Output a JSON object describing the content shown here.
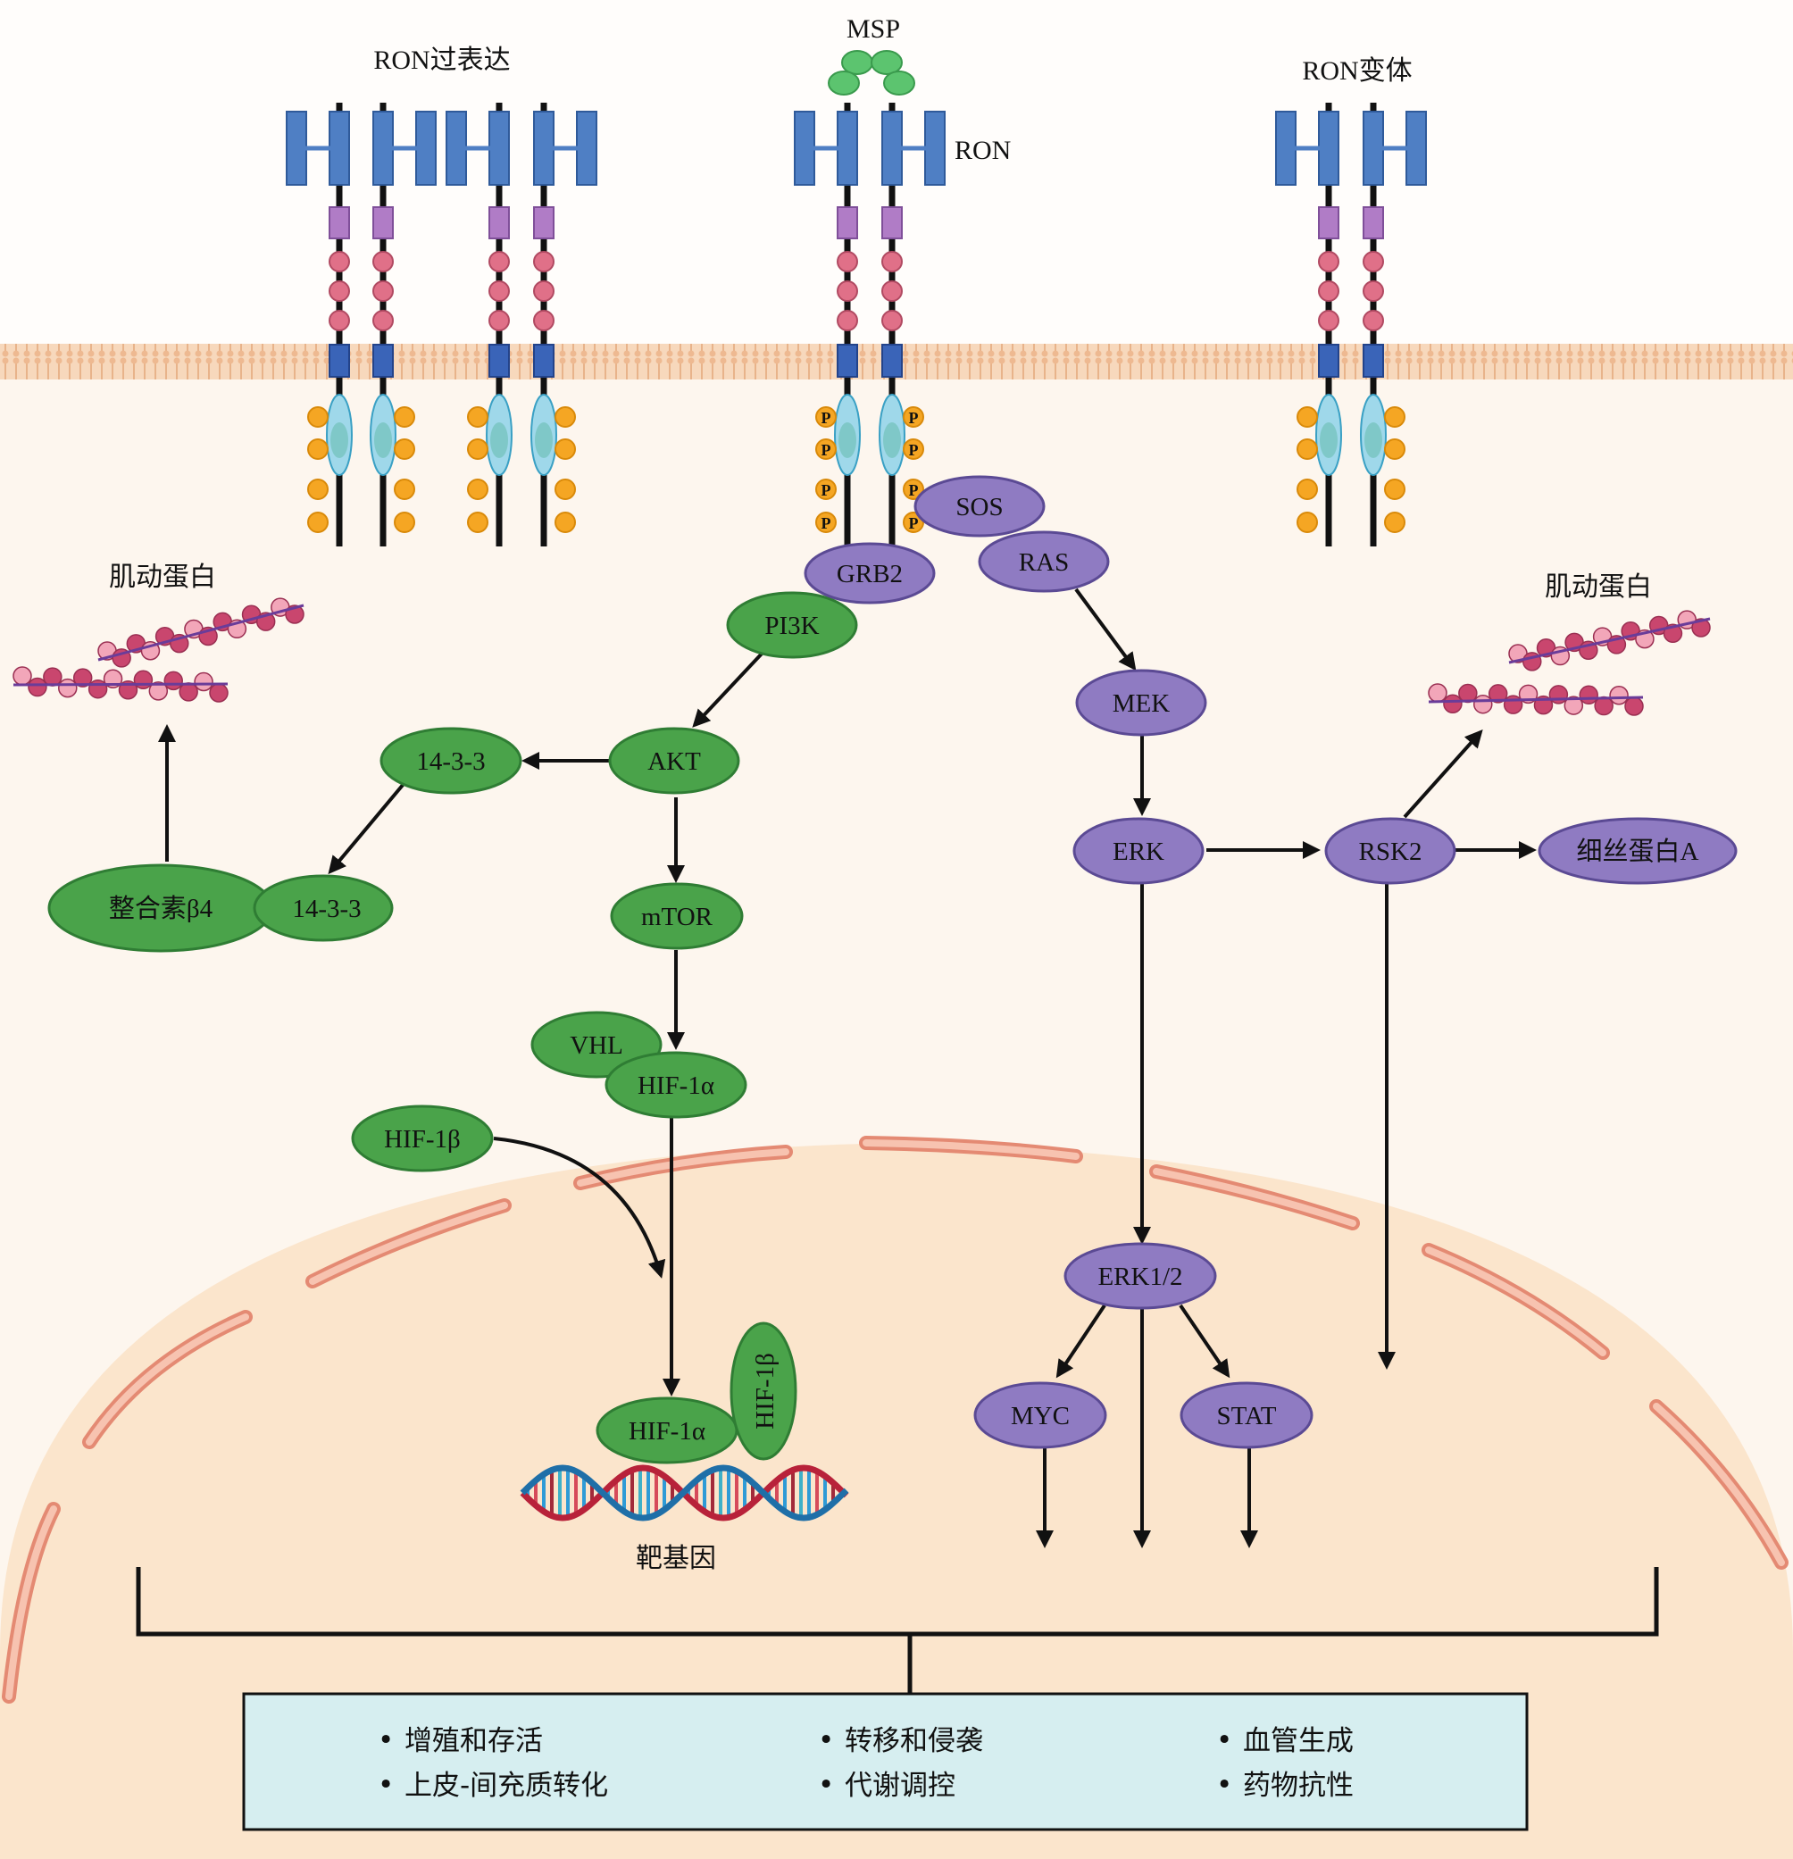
{
  "labels": {
    "ron_over": "RON过表达",
    "msp": "MSP",
    "ron": "RON",
    "ron_variant": "RON变体",
    "myosin_left": "肌动蛋白",
    "myosin_right": "肌动蛋白",
    "target_gene": "靶基因"
  },
  "nodes": {
    "sos": "SOS",
    "grb2": "GRB2",
    "ras": "RAS",
    "pi3k": "PI3K",
    "akt": "AKT",
    "p1433_a": "14-3-3",
    "p1433_b": "14-3-3",
    "integrin": "整合素β4",
    "mtor": "mTOR",
    "vhl": "VHL",
    "hif1a_top": "HIF-1α",
    "hif1b_top": "HIF-1β",
    "hif1a_bottom": "HIF-1α",
    "hif1b_bottom": "HIF-1β",
    "mek": "MEK",
    "erk": "ERK",
    "rsk2": "RSK2",
    "filamin": "细丝蛋白A",
    "erk12": "ERK1/2",
    "myc": "MYC",
    "stat": "STAT"
  },
  "phospho": "P",
  "outcomes": {
    "col1": [
      "增殖和存活",
      "上皮-间充质转化"
    ],
    "col2": [
      "转移和侵袭",
      "代谢调控"
    ],
    "col3": [
      "血管生成",
      "药物抗性"
    ],
    "bullet": "•"
  },
  "colors": {
    "background": "#fdf6ee",
    "nucleus": "#fbe6d0",
    "green_node": "#4aa34a",
    "purple_node": "#8f7bc2",
    "receptor_blue": "#4f7fc4",
    "membrane": "#f6c9a3",
    "outcome_box": "#d6eef0"
  }
}
